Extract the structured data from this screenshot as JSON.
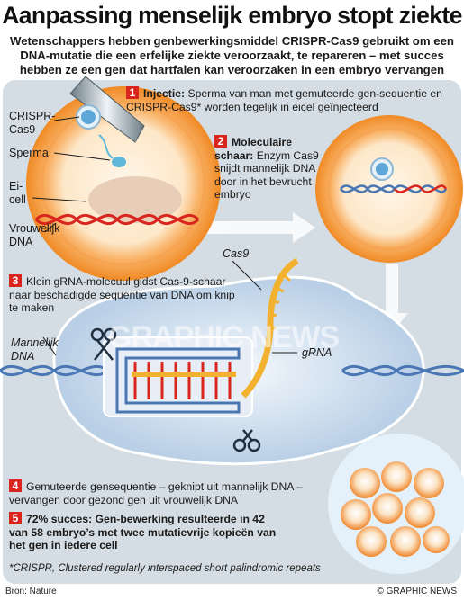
{
  "title": "Aanpassing menselijk embryo stopt ziekte",
  "subtitle": "Wetenschappers hebben genbewerkingsmiddel CRISPR-Cas9 gebruikt om een DNA-mutatie die een erfelijke ziekte veroorzaakt, te repareren – met succes hebben ze een gen dat hartfalen kan veroorzaken in een embryo vervangen",
  "labels": {
    "crispr": "CRISPR-",
    "cas9_line": "Cas9",
    "sperma": "Sperma",
    "eicel_1": "Ei-",
    "eicel_2": "cell",
    "vrouw_1": "Vrouwelijk",
    "vrouw_2": "DNA",
    "cas9_center": "Cas9",
    "grna": "gRNA",
    "mannelijk_1": "Mannelijk",
    "mannelijk_2": "DNA"
  },
  "steps": [
    {
      "num": "1",
      "bold": "Injectie:",
      "text": " Sperma van man met gemuteerde gen-sequentie en CRISPR-Cas9* worden tegelijk in eicel geïnjecteerd"
    },
    {
      "num": "2",
      "bold": "Moleculaire schaar:",
      "text": " Enzym Cas9 snijdt mannelijk DNA door in het bevrucht embryo"
    },
    {
      "num": "3",
      "bold": "",
      "text": "Klein gRNA-molecuul gidst Cas-9-schaar naar beschadigde sequentie van DNA om knip te maken"
    },
    {
      "num": "4",
      "bold": "",
      "text": "Gemuteerde gensequentie – geknipt uit mannelijk DNA – vervangen door gezond gen uit vrouwelijk DNA"
    },
    {
      "num": "5",
      "bold": "72% succes: Gen-bewerking resulteerde in 42 van 58 embryo’s met twee mutatievrije kopieën van het gen in iedere cell",
      "text": ""
    }
  ],
  "footnote": "*CRISPR, Clustered regularly interspaced short palindromic repeats",
  "source": "Bron: Nature",
  "credit": "© GRAPHIC NEWS",
  "watermark": "GRAPHIC NEWS",
  "colors": {
    "accent": "#d8261f",
    "panel": "#d4dde3",
    "cell_orange": "#f3922f",
    "dna_red": "#d8261f",
    "dna_blue": "#4a77b4",
    "grna": "#f2b230"
  }
}
